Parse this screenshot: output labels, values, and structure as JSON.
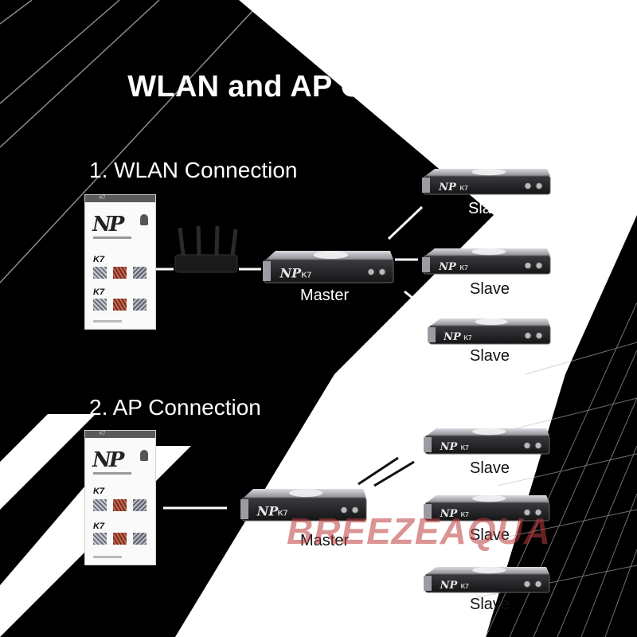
{
  "title": "WLAN and AP Connection",
  "sections": {
    "wlan": {
      "heading": "1. WLAN Connection",
      "master_label": "Master",
      "slave_labels": [
        "Slave",
        "Slave",
        "Slave"
      ]
    },
    "ap": {
      "heading": "2. AP Connection",
      "master_label": "Master",
      "slave_labels": [
        "Slave",
        "Slave",
        "Slave"
      ]
    }
  },
  "phone_app": {
    "logo": "NP",
    "product_label": "K7"
  },
  "device_brand": "NP",
  "device_model": "K7",
  "watermark": "BREEZEAQUA",
  "colors": {
    "background": "#000000",
    "stripe": "#ffffff",
    "text_light": "#ffffff",
    "text_dark": "#111111",
    "watermark": "#be3c3c"
  }
}
